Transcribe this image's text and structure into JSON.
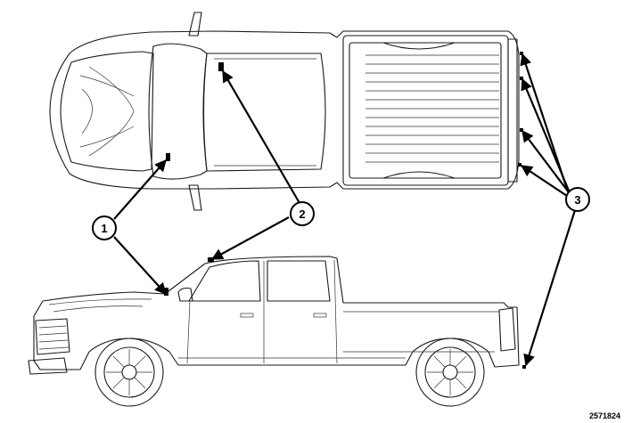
{
  "callouts": [
    {
      "number": "1"
    },
    {
      "number": "2"
    },
    {
      "number": "3"
    }
  ],
  "figure_id": "2571824"
}
